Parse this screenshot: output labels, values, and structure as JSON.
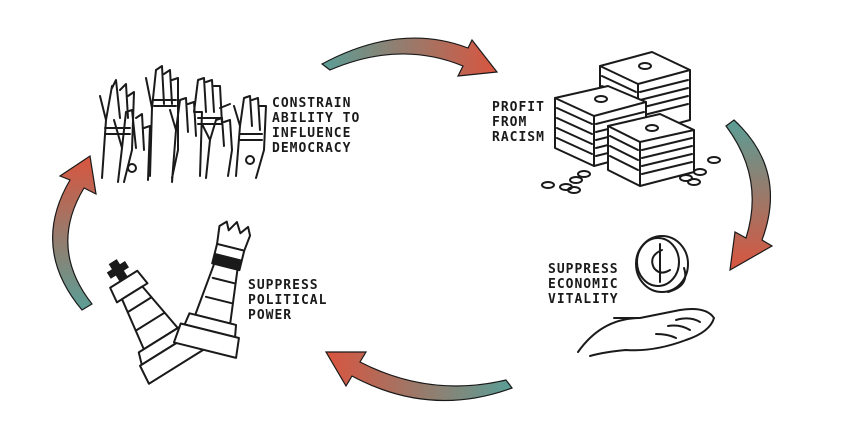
{
  "nodes": {
    "democracy": {
      "lines": [
        "CONSTRAIN",
        "ABILITY TO",
        "INFLUENCE",
        "DEMOCRACY"
      ]
    },
    "profit": {
      "lines": [
        "PROFIT",
        "FROM",
        "RACISM"
      ]
    },
    "economic": {
      "lines": [
        "SUPPRESS",
        "ECONOMIC",
        "VITALITY"
      ]
    },
    "political": {
      "lines": [
        "SUPPRESS",
        "POLITICAL",
        "POWER"
      ]
    }
  },
  "colors": {
    "arrow_start": "#5a9e96",
    "arrow_end": "#d9553f",
    "ink": "#1a1a1a"
  },
  "icons": {
    "democracy": "raised-hands-icon",
    "profit": "money-stacks-icon",
    "economic": "coin-in-hand-icon",
    "political": "fallen-chess-pieces-icon"
  }
}
